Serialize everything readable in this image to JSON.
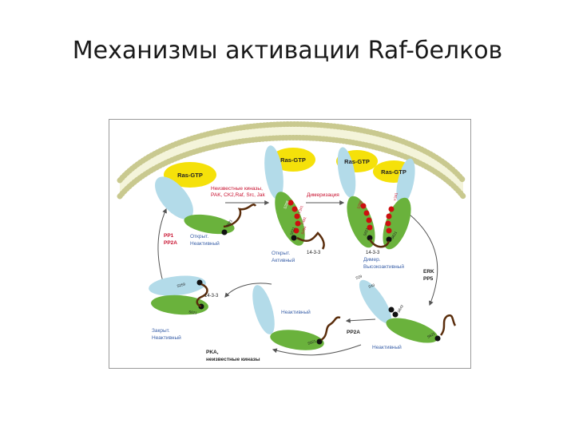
{
  "slide": {
    "title": "Механизмы активации Raf-белков"
  },
  "diagram": {
    "ras_gtp": "Ras-GTP",
    "kinases_line1": "Неизвестные киназы,",
    "kinases_line2": "PAK, CK2,Raf, Src, Jak",
    "dimerization": "Димеризация",
    "pp1": "PP1",
    "pp2a_left": "PP2A",
    "open_inactive_1": "Открыт.",
    "open_inactive_2": "Неактивный",
    "open_active_1": "Открыт.",
    "open_active_2": "Активный",
    "dimer_1": "Димер.",
    "dimer_2": "Высокоактивный",
    "erk": "ERK",
    "pp5": "PP5",
    "pp2a": "PP2A",
    "closed_inactive_1": "Закрыт.",
    "closed_inactive_2": "Неактивный",
    "inactive": "Неактивный",
    "pka_1": "PKA,",
    "pka_2": "неизвестные киназы",
    "p1433": "14-3-3",
    "s621": "S621",
    "s259": "S259",
    "s338": "S338",
    "y341": "Y341",
    "t491": "T491",
    "s494": "S494",
    "s29": "S29",
    "s43": "S43",
    "s642": "S642"
  },
  "colors": {
    "membrane_head": "#e3e3ad",
    "membrane_tail": "#f4f4da",
    "ras": "#f5e10a",
    "regulatory": "#b3dbe9",
    "kinase": "#6ab23c",
    "phospho": "#cc1010",
    "linker": "#5a2d0c",
    "label_blue": "#3a60a8",
    "label_red": "#c8102e"
  }
}
